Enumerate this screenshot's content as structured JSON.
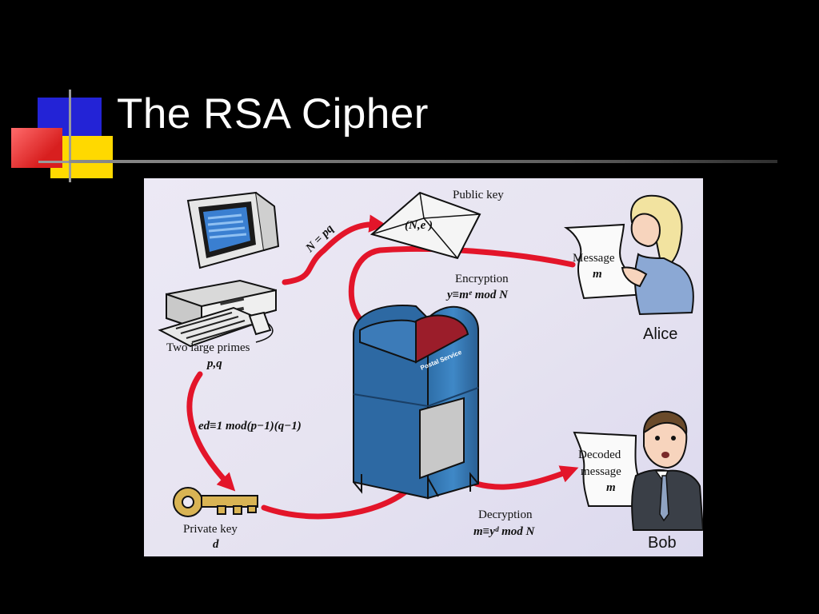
{
  "slide": {
    "title": "The RSA Cipher"
  },
  "diagram": {
    "two_primes_label": "Two large primes",
    "two_primes_vars": "p,q",
    "n_formula": "N = pq",
    "public_key_label": "Public key",
    "public_key_value": "(N,e )",
    "encryption_label": "Encryption",
    "encryption_formula": "y≡mᵉ mod N",
    "message_line1": "Message",
    "message_line2": "m",
    "alice_name": "Alice",
    "mailbox_text": "Postal Service",
    "relation_formula": "ed≡1 mod(p−1)(q−1)",
    "private_key_label": "Private key",
    "private_key_var": "d",
    "decryption_label": "Decryption",
    "decryption_formula": "m≡yᵈ mod N",
    "decoded_line1": "Decoded",
    "decoded_line2": "message",
    "decoded_line3": "m",
    "bob_name": "Bob"
  }
}
